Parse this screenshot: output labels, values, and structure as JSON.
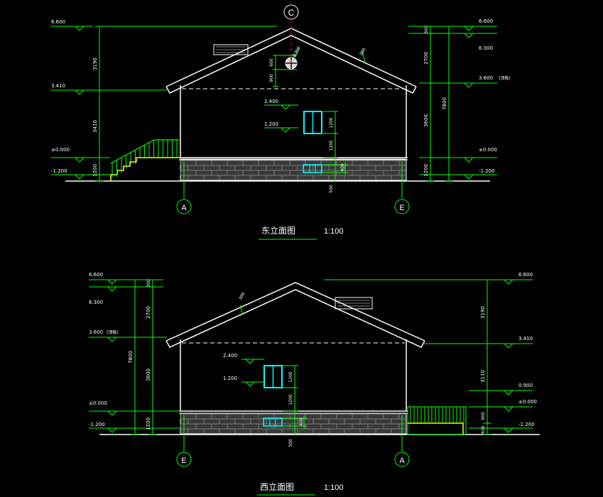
{
  "colors": {
    "background": "#000000",
    "wall": "#ffffff",
    "dim": "#00ff00",
    "accent": "#ffff00",
    "axis": "#ff0000",
    "window": "#00ffff",
    "brick": "#8c8c8c"
  },
  "east": {
    "title": "东立面图",
    "scale": "1:100",
    "axis_top": "C",
    "axis_left": "A",
    "axis_right": "E",
    "left_levels": [
      "6.600",
      "3.410",
      "±0.000",
      "-1.200"
    ],
    "left_dims": [
      "3190",
      "3410",
      "1200"
    ],
    "right_levels": [
      "6.600",
      "6.300",
      "3.600",
      "±0.000",
      "-1.200"
    ],
    "right_note": "(顶板)",
    "right_dims_inner": [
      "300",
      "2700",
      "3600",
      "1200"
    ],
    "right_dim_total": "7800",
    "center_levels": [
      "2.400",
      "1.200"
    ],
    "center_dims": [
      "900",
      "600",
      "1200",
      "1200",
      "400",
      "500"
    ],
    "vent_label": "Φ300",
    "roof_dim": "300"
  },
  "west": {
    "title": "西立面图",
    "scale": "1:100",
    "axis_left": "E",
    "axis_right": "A",
    "left_levels": [
      "6.600",
      "6.300",
      "3.600",
      "±0.000",
      "-1.200"
    ],
    "left_note": "(顶板)",
    "left_dims_inner": [
      "300",
      "2700",
      "3600",
      "1200"
    ],
    "left_dim_total": "7800",
    "right_levels": [
      "6.600",
      "3.410",
      "0.900",
      "±0.000",
      "-1.200"
    ],
    "right_dims": [
      "3190",
      "3110",
      "900",
      "600"
    ],
    "center_levels": [
      "2.400",
      "1.200"
    ],
    "center_dims": [
      "1200",
      "1200",
      "400",
      "500"
    ],
    "roof_dim": "300"
  }
}
